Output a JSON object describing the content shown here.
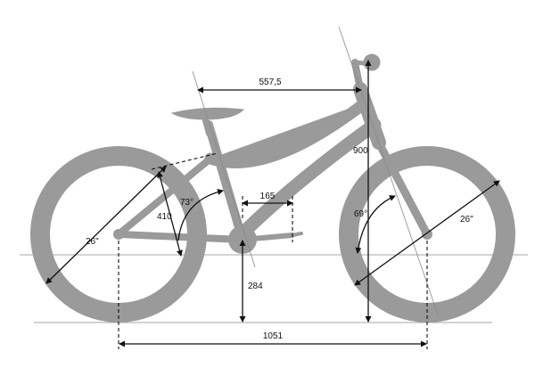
{
  "dimensions": {
    "reach": "557,5",
    "stack": "900",
    "chainstay": "165",
    "seat_tube": "410",
    "seat_angle": "73°",
    "head_angle": "69°",
    "wheel_rear": "26\"",
    "wheel_front": "26\"",
    "bb_height": "284",
    "wheelbase": "1051"
  },
  "colors": {
    "silhouette": "#9a9a9a",
    "dimension_lines": "#111111",
    "background": "#ffffff"
  }
}
